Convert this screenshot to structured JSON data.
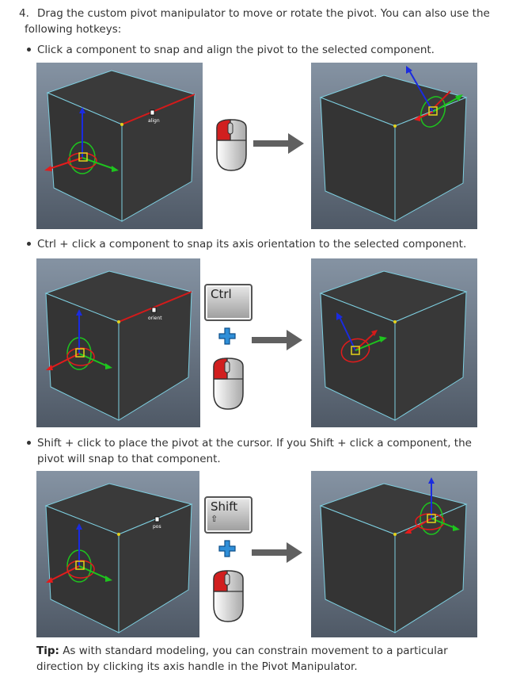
{
  "step": {
    "number": "4.",
    "line1": "Drag the custom pivot manipulator to move or rotate the pivot. You can also use the",
    "line2": "following hotkeys:"
  },
  "bullets": [
    {
      "text": "Click a component to snap and align the pivot to the selected component."
    },
    {
      "text": "Ctrl + click a component to snap its axis orientation to the selected component."
    },
    {
      "line1": "Shift + click to place the pivot at the cursor. If you Shift + click a component, the",
      "line2": "pivot will snap to that component."
    }
  ],
  "figures": [
    {
      "cursor_label": "align",
      "keys": []
    },
    {
      "cursor_label": "orient",
      "keys": [
        "Ctrl"
      ]
    },
    {
      "cursor_label": "pos",
      "keys": [
        "Shift"
      ],
      "key_sub": "⇧"
    }
  ],
  "tip": {
    "label": "Tip:",
    "line1": " As with standard modeling, you can constrain movement to a particular",
    "line2": "direction by clicking its axis handle in the Pivot Manipulator."
  },
  "colors": {
    "viewport_top": "#8593a3",
    "viewport_bottom": "#4f5966",
    "cube_face": "#3a3a3a",
    "edge": "#7ecfe0",
    "selected_edge": "#d41a1a",
    "x_axis": "#e41b1b",
    "y_axis": "#1a2be0",
    "z_axis": "#1ec41e",
    "pivot_box": "#e3d21b",
    "arrow": "#606060"
  }
}
